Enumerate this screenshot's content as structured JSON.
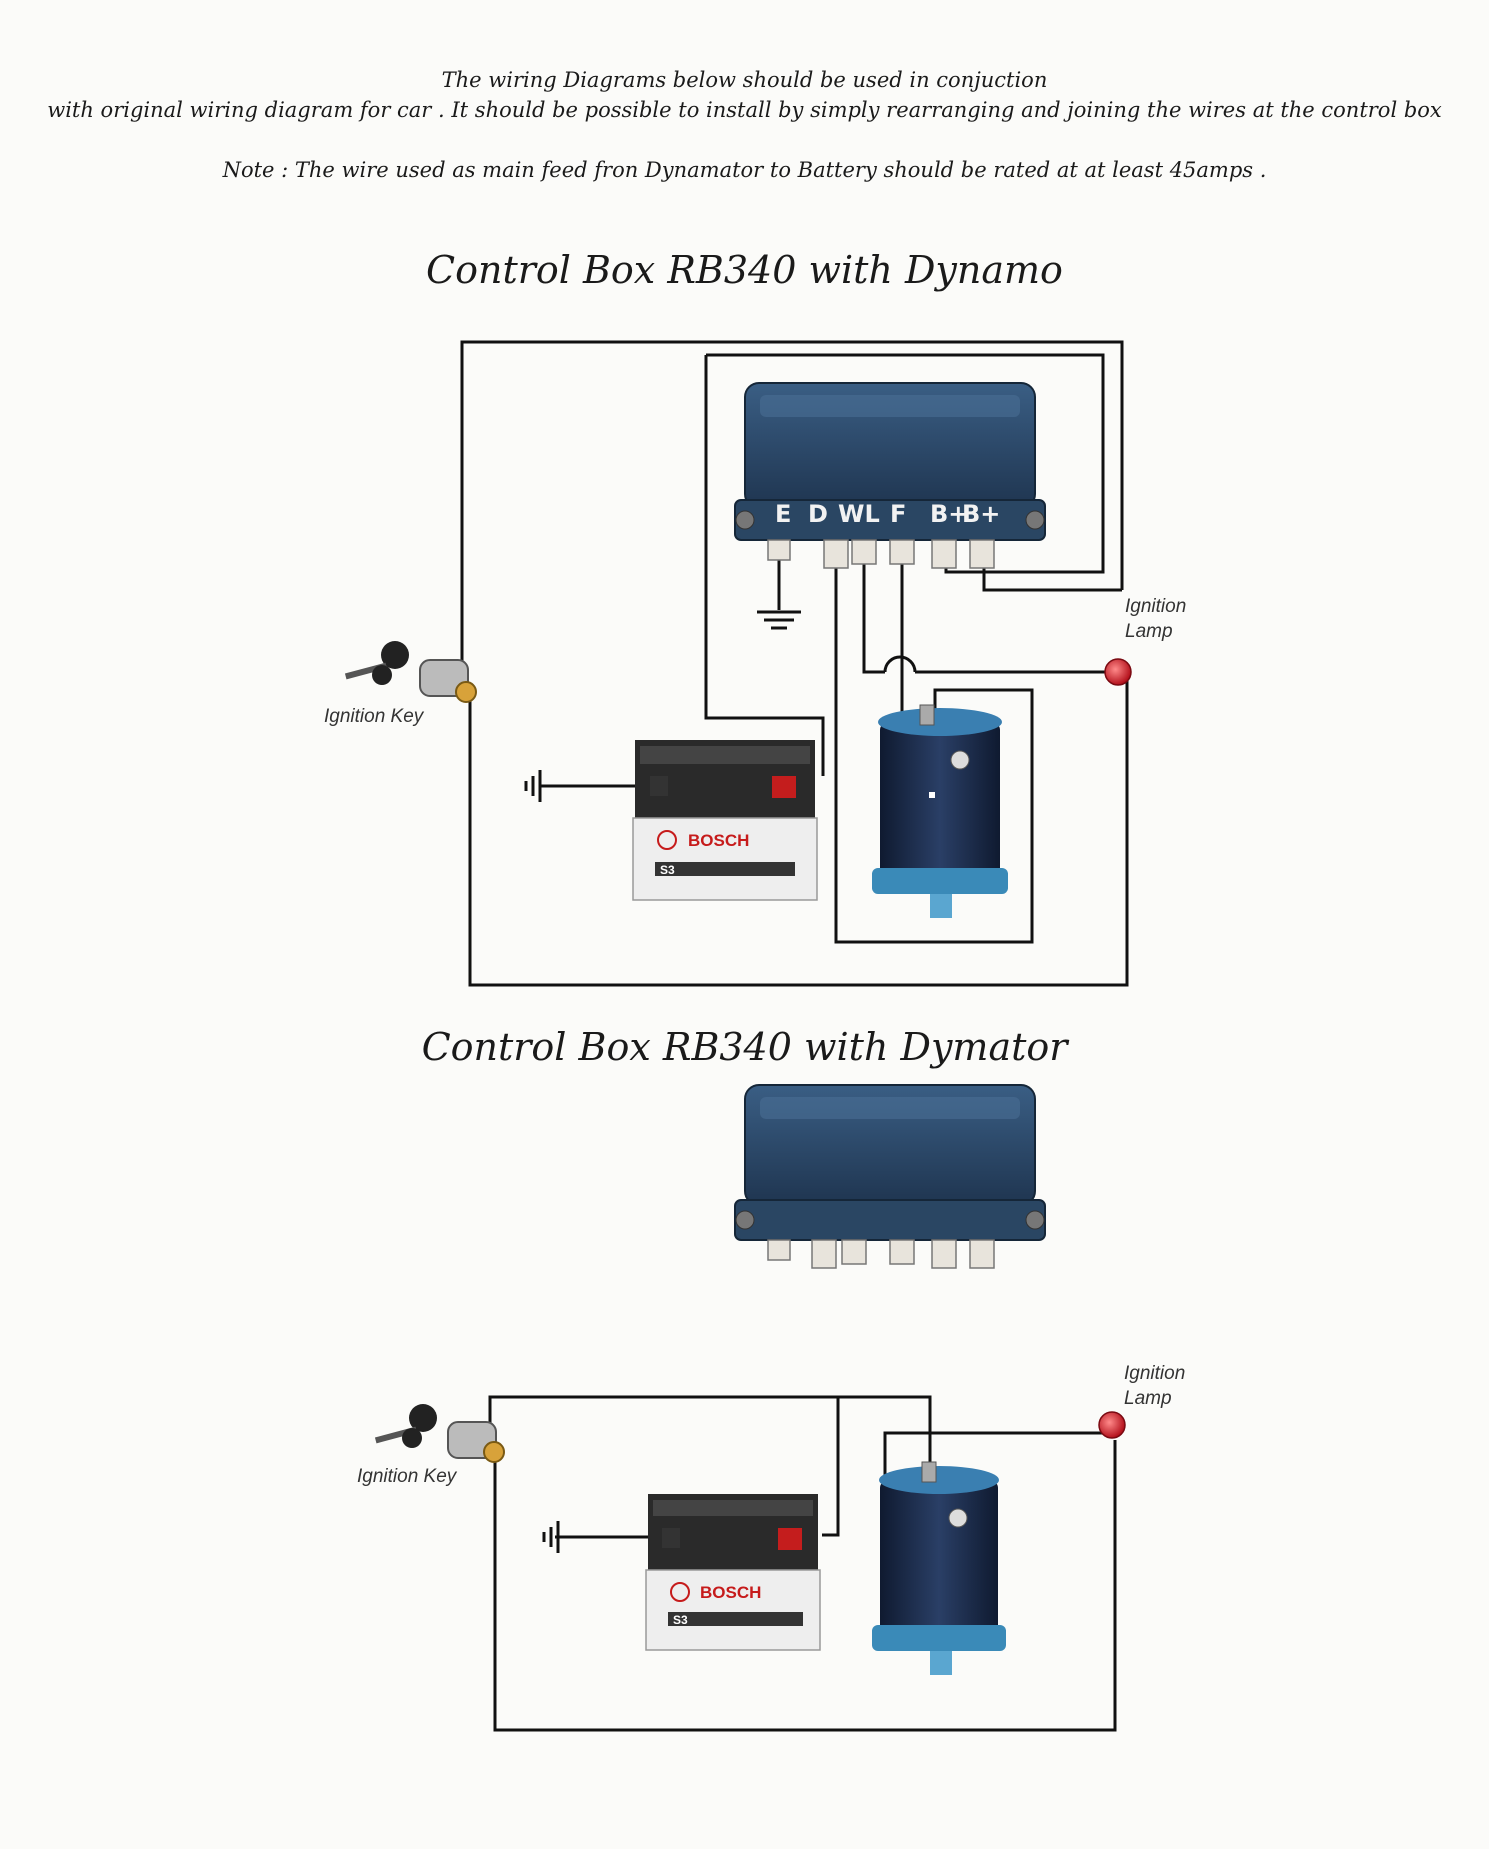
{
  "intro": {
    "line1": "The wiring Diagrams below should be used in conjuction",
    "line2": "with original wiring diagram for car . It should be possible to install by simply rearranging and joining the wires at the control box",
    "note": "Note : The wire used as main feed fron Dynamator to Battery should be rated at at least 45amps ."
  },
  "diagram1": {
    "title": "Control Box RB340 with Dynamo",
    "terminals": [
      "E",
      "D",
      "WL",
      "F",
      "B+",
      "B+"
    ],
    "ignition_key_label": "Ignition Key",
    "ignition_lamp_label_1": "Ignition",
    "ignition_lamp_label_2": "Lamp",
    "battery_brand": "BOSCH",
    "battery_model": "S3"
  },
  "diagram2": {
    "title": "Control Box RB340 with Dymator",
    "ignition_key_label": "Ignition Key",
    "ignition_lamp_label_1": "Ignition",
    "ignition_lamp_label_2": "Lamp",
    "battery_brand": "BOSCH",
    "battery_model": "S3"
  },
  "colors": {
    "control_box": "#2c4a6a",
    "dynamo_body": "#1d2a44",
    "dynamo_base": "#3a8ab8",
    "lamp": "#d61f2a",
    "wire": "#111111"
  }
}
